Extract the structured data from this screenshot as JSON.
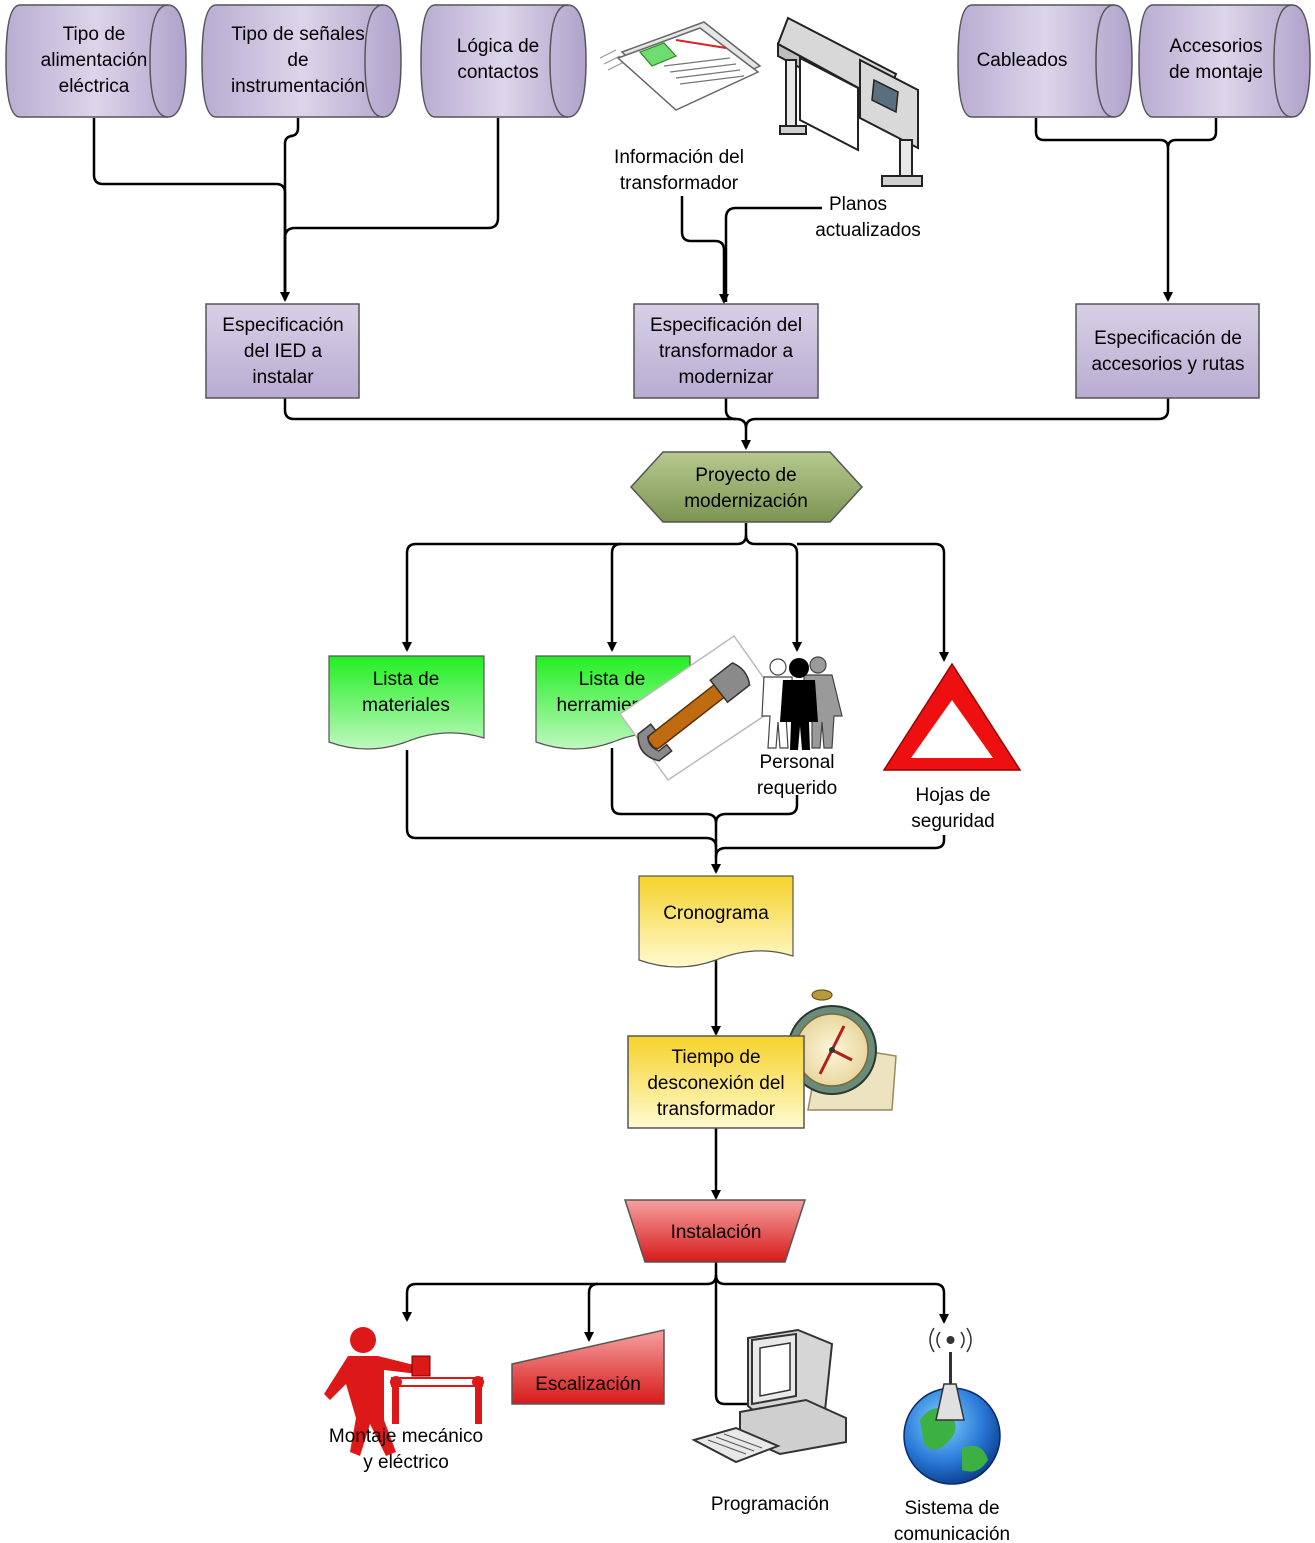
{
  "inputs": {
    "alimentacion": [
      "Tipo de",
      "alimentación",
      "eléctrica"
    ],
    "senales": [
      "Tipo de señales",
      "de",
      "instrumentación"
    ],
    "logica": [
      "Lógica de",
      "contactos"
    ],
    "cableados": [
      "Cableados"
    ],
    "accesorios": [
      "Accesorios",
      "de montaje"
    ]
  },
  "documents": {
    "info_transformador": [
      "Información del",
      "transformador"
    ],
    "planos": [
      "Planos",
      "actualizados"
    ]
  },
  "specs": {
    "ied": [
      "Especificación",
      "del IED a",
      "instalar"
    ],
    "transformador": [
      "Especificación del",
      "transformador a",
      "modernizar"
    ],
    "accesorios": [
      "Especificación de",
      "accesorios y rutas"
    ]
  },
  "proyecto": [
    "Proyecto de",
    "modernización"
  ],
  "planning": {
    "materiales": [
      "Lista de",
      "materiales"
    ],
    "herramientas": [
      "Lista de",
      "herramientas"
    ],
    "personal": [
      "Personal",
      "requerido"
    ],
    "seguridad": [
      "Hojas de",
      "seguridad"
    ]
  },
  "cronograma": [
    "Cronograma"
  ],
  "tiempo": [
    "Tiempo de",
    "desconexión del",
    "transformador"
  ],
  "instalacion": [
    "Instalación"
  ],
  "outputs": {
    "montaje": [
      "Montaje mecánico",
      "y eléctrico"
    ],
    "escalizacion": [
      "Escalización"
    ],
    "programacion": [
      "Programación"
    ],
    "comunicacion": [
      "Sistema de",
      "comunicación"
    ]
  },
  "colors": {
    "input_fill": "#c9bfdc",
    "spec_fill": "#c9bfdc",
    "proyecto_fill": "#8fa765",
    "planning_fill": "#33dd33",
    "cronograma_fill": "#f4e02e",
    "instalacion_fill": "#e02a2a",
    "arrow": "#000000"
  }
}
